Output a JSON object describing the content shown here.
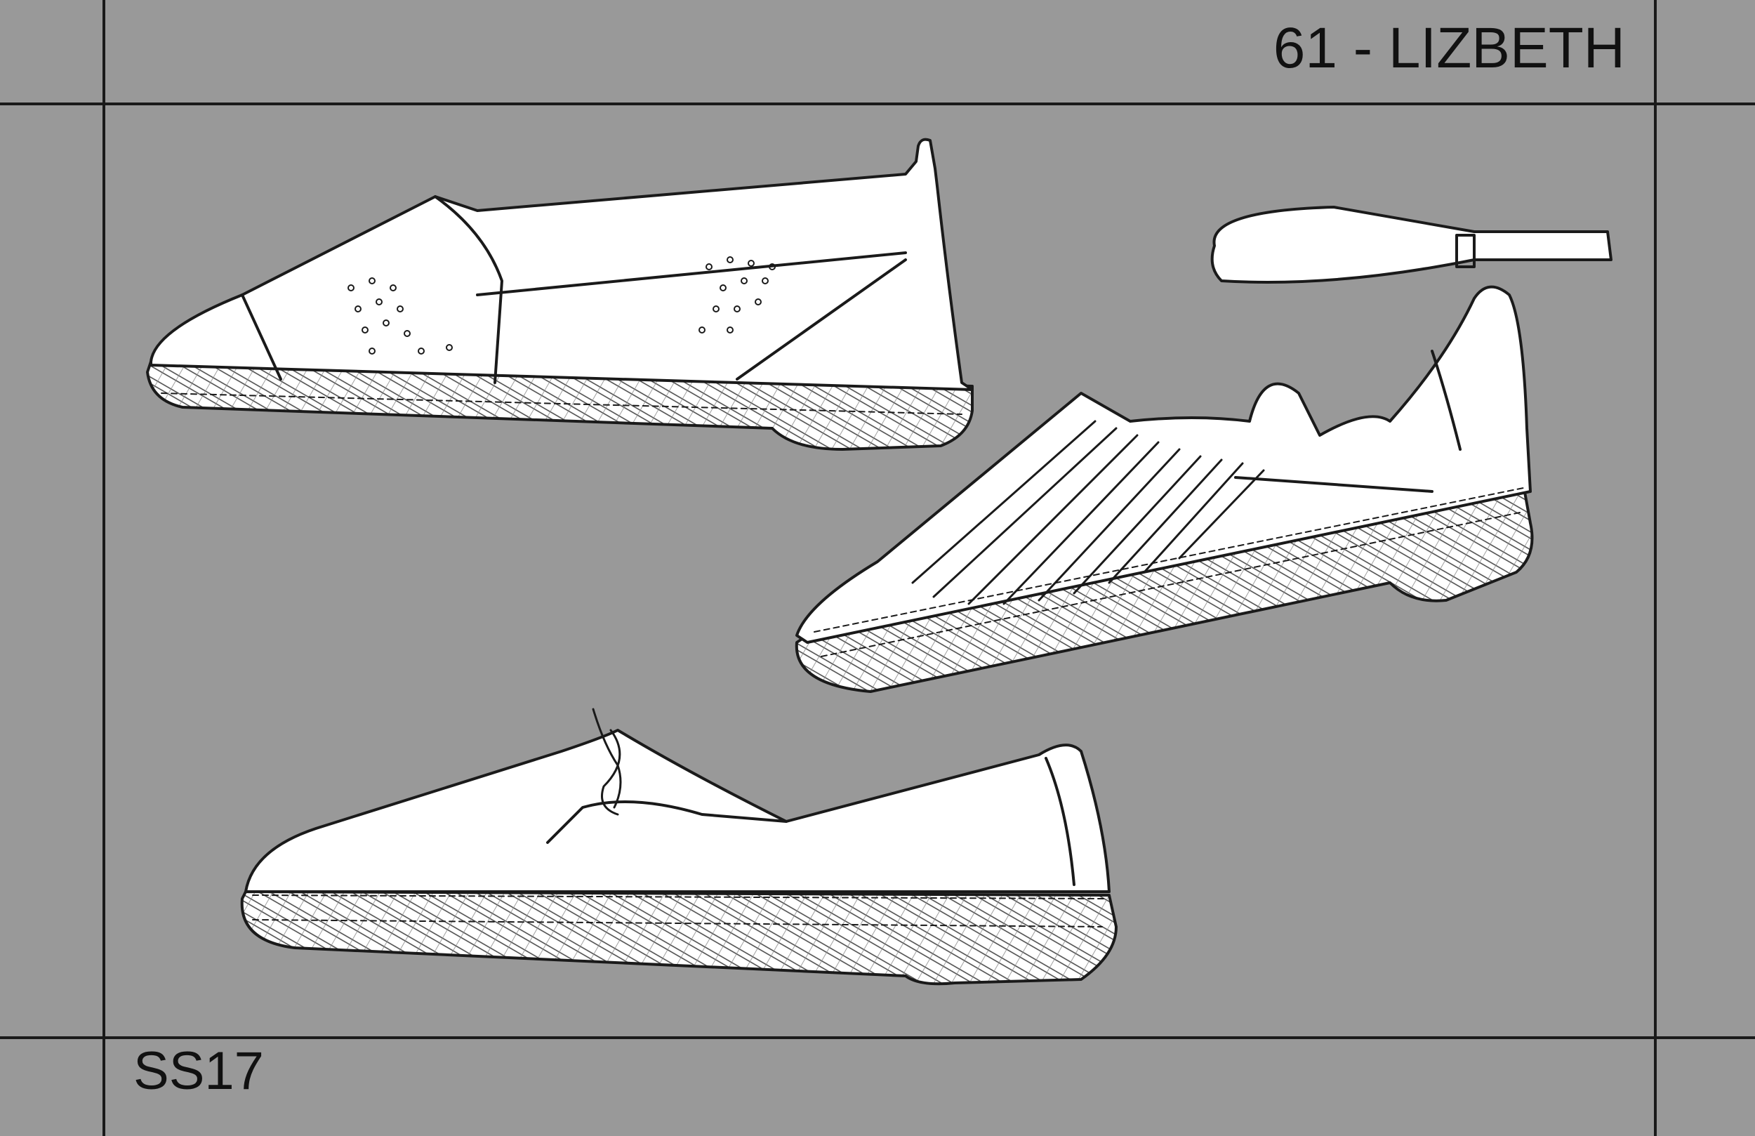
{
  "sheet": {
    "title": "61 - LIZBETH",
    "season": "SS17",
    "background_color": "#999999",
    "line_color": "#1a1a1a",
    "shoe_fill": "#ffffff"
  },
  "sketches": [
    {
      "name": "perforated-espadrille-slip-on"
    },
    {
      "name": "woven-ankle-strap-espadrille"
    },
    {
      "name": "lace-up-espadrille-derby"
    }
  ]
}
